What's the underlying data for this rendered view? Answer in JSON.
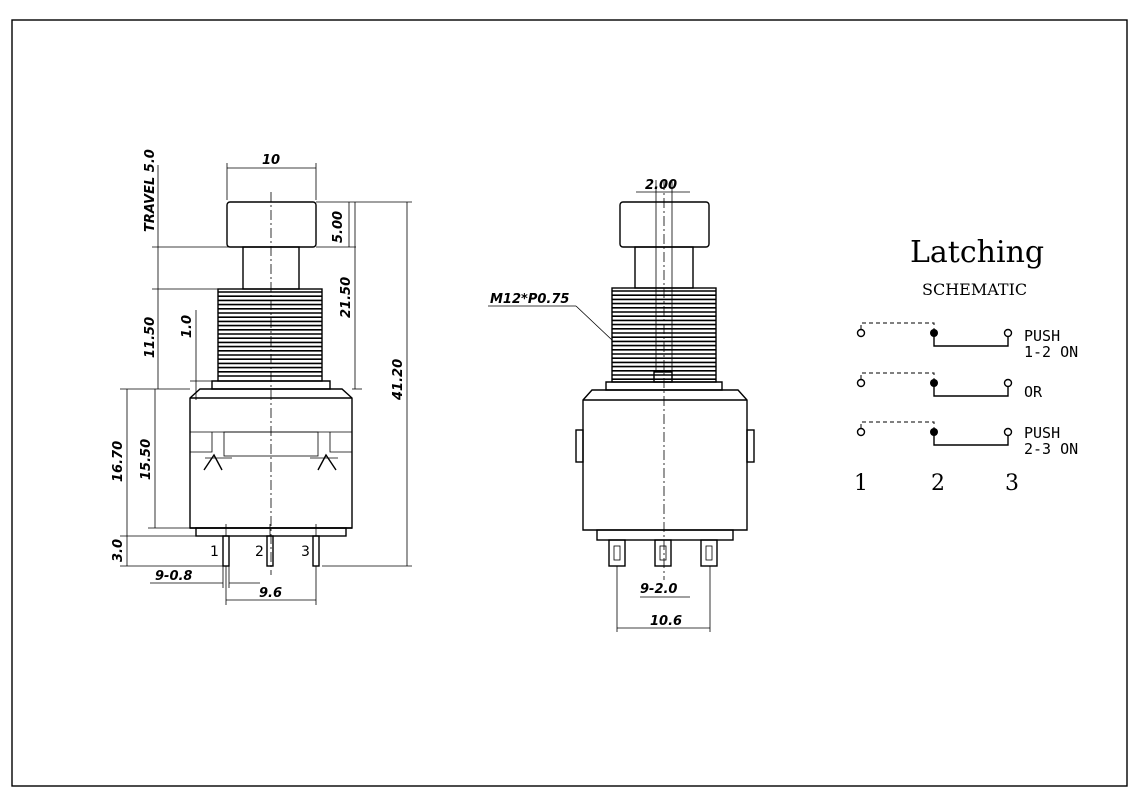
{
  "left_view": {
    "dim_top_width": "10",
    "dim_travel": "TRAVEL 5.0",
    "dim_cap_height": "5.00",
    "dim_thread_height": "11.50",
    "dim_thread_step": "1.0",
    "dim_upper_height": "21.50",
    "dim_total_height": "41.20",
    "dim_body_height": "16.70",
    "dim_body_inner": "15.50",
    "dim_pin_length": "3.0",
    "dim_pin_width": "9-0.8",
    "dim_pin_span": "9.6",
    "pin_labels": [
      "1",
      "2",
      "3"
    ]
  },
  "right_view": {
    "dim_shaft": "2.00",
    "thread_spec": "M12*P0.75",
    "dim_pin_pitch": "9-2.0",
    "dim_pin_span": "10.6"
  },
  "schematic": {
    "title": "Latching",
    "subtitle": "SCHEMATIC",
    "row1_label_line1": "PUSH",
    "row1_label_line2": "1-2 ON",
    "row2_label": "OR",
    "row3_label_line1": "PUSH",
    "row3_label_line2": "2-3 ON",
    "terminals": [
      "1",
      "2",
      "3"
    ]
  }
}
